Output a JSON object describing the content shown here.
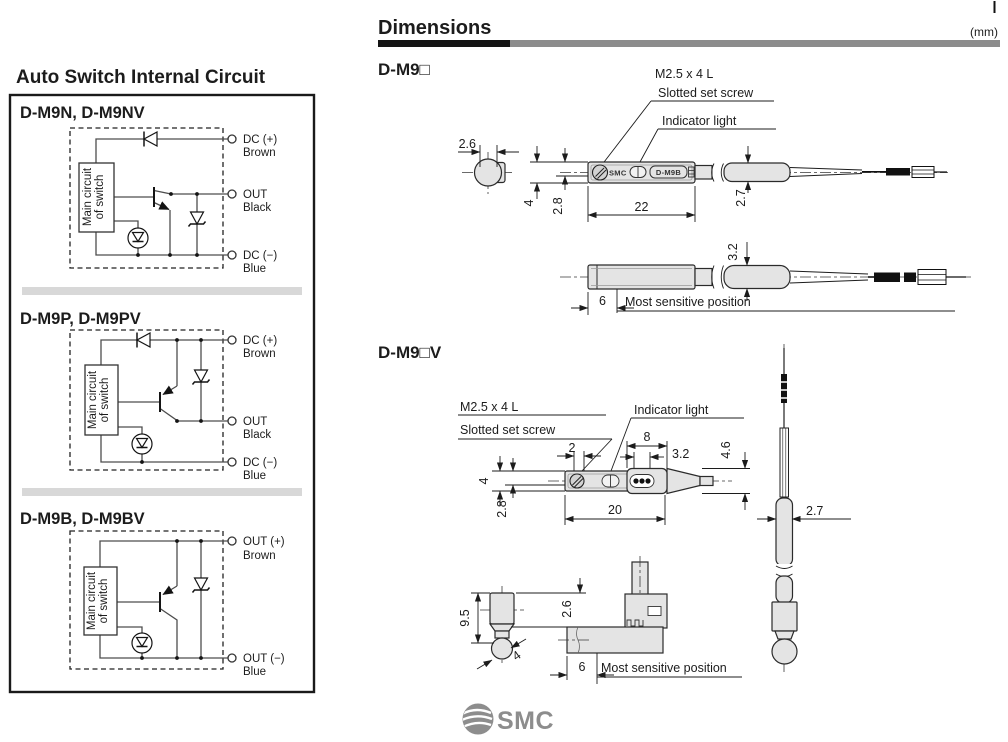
{
  "header": {
    "title": "Dimensions",
    "units": "(mm)"
  },
  "left_panel": {
    "title": "Auto Switch Internal Circuit",
    "circuits": [
      {
        "title": "D-M9N, D-M9NV",
        "box_line1": "Main circuit",
        "box_line2": "of switch",
        "terminals": [
          {
            "name": "DC (+)",
            "wire": "Brown"
          },
          {
            "name": "OUT",
            "wire": "Black"
          },
          {
            "name": "DC (−)",
            "wire": "Blue"
          }
        ]
      },
      {
        "title": "D-M9P, D-M9PV",
        "box_line1": "Main circuit",
        "box_line2": "of switch",
        "terminals": [
          {
            "name": "DC (+)",
            "wire": "Brown"
          },
          {
            "name": "OUT",
            "wire": "Black"
          },
          {
            "name": "DC (−)",
            "wire": "Blue"
          }
        ]
      },
      {
        "title": "D-M9B, D-M9BV",
        "box_line1": "Main circuit",
        "box_line2": "of switch",
        "terminals": [
          {
            "name": "OUT (+)",
            "wire": "Brown"
          },
          {
            "name": "OUT (−)",
            "wire": "Blue"
          }
        ]
      }
    ]
  },
  "dim_h": {
    "title": "D-M9□",
    "screw_label_1": "M2.5 x 4 L",
    "screw_label_2": "Slotted set screw",
    "indicator_label": "Indicator light",
    "body_brand": "SMC",
    "body_model": "D-M9B",
    "most_sensitive": "Most sensitive position",
    "dims": {
      "d26": "2.6",
      "d4": "4",
      "d28": "2.8",
      "d22": "22",
      "d27": "2.7",
      "d32": "3.2",
      "d6": "6"
    }
  },
  "dim_v": {
    "title": "D-M9□V",
    "screw_label_1": "M2.5 x 4 L",
    "screw_label_2": "Slotted set screw",
    "indicator_label": "Indicator light",
    "most_sensitive": "Most sensitive position",
    "dims": {
      "d2": "2",
      "d8": "8",
      "d32": "3.2",
      "d46": "4.6",
      "d4": "4",
      "d28": "2.8",
      "d20": "20",
      "d95": "9.5",
      "d26": "2.6",
      "d4b": "4",
      "d6": "6",
      "d27": "2.7"
    }
  },
  "footer": {
    "logo": "SMC"
  }
}
